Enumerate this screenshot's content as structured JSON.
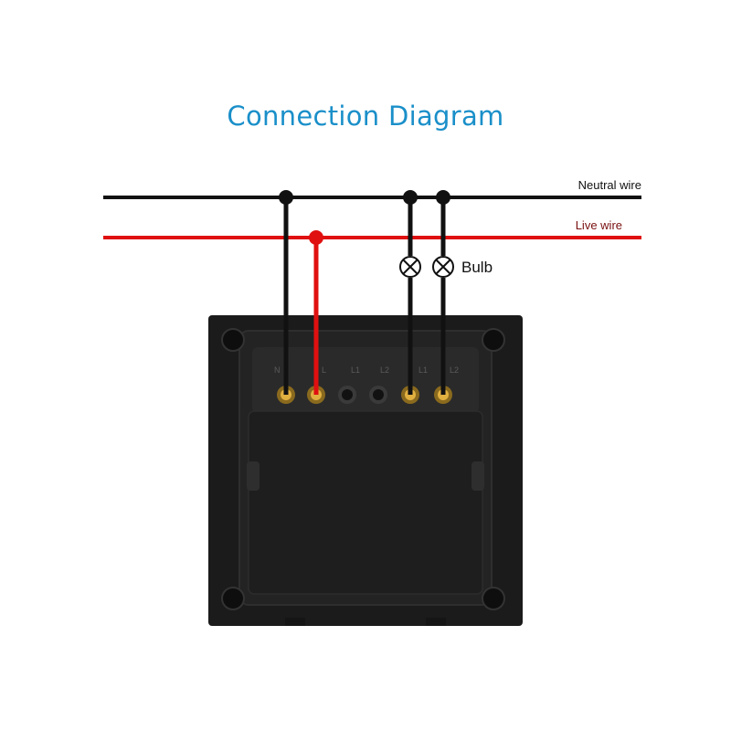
{
  "diagram": {
    "title": "Connection Diagram",
    "wires": {
      "neutral_label": "Neutral wire",
      "live_label": "Live wire"
    },
    "bulb_label": "Bulb",
    "terminal_labels": [
      "N",
      "L",
      "L1",
      "L2",
      "L1",
      "L2"
    ],
    "colors": {
      "title": "#1a8fc9",
      "neutral": "#111111",
      "live": "#e01010",
      "live_label": "#7a1010",
      "switch_body": "#1b1b1b"
    }
  }
}
